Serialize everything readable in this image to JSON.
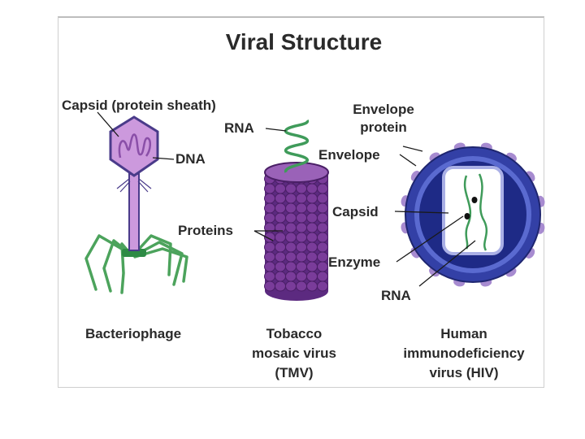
{
  "title": "Viral Structure",
  "bacteriophage": {
    "capsid_label": "Capsid (protein sheath)",
    "dna_label": "DNA",
    "caption": "Bacteriophage"
  },
  "tmv": {
    "rna_label": "RNA",
    "proteins_label": "Proteins",
    "caption_lines": [
      "Tobacco",
      "mosaic virus",
      "(TMV)"
    ]
  },
  "hiv": {
    "envelope_protein_lines": [
      "Envelope",
      "protein"
    ],
    "envelope_label": "Envelope",
    "capsid_label": "Capsid",
    "enzyme_label": "Enzyme",
    "rna_label": "RNA",
    "caption_lines": [
      "Human",
      "immunodeficiency",
      "virus (HIV)"
    ]
  },
  "colors": {
    "phage_head": "#cc99dd",
    "phage_outline": "#4a3b8a",
    "phage_legs": "#4ca35c",
    "tmv_purple": "#7a3c9a",
    "rna_green": "#3f9b5a",
    "hiv_outer": "#3340a6",
    "hiv_inner": "#5a6ad0",
    "hiv_spike": "#a78bd0"
  }
}
